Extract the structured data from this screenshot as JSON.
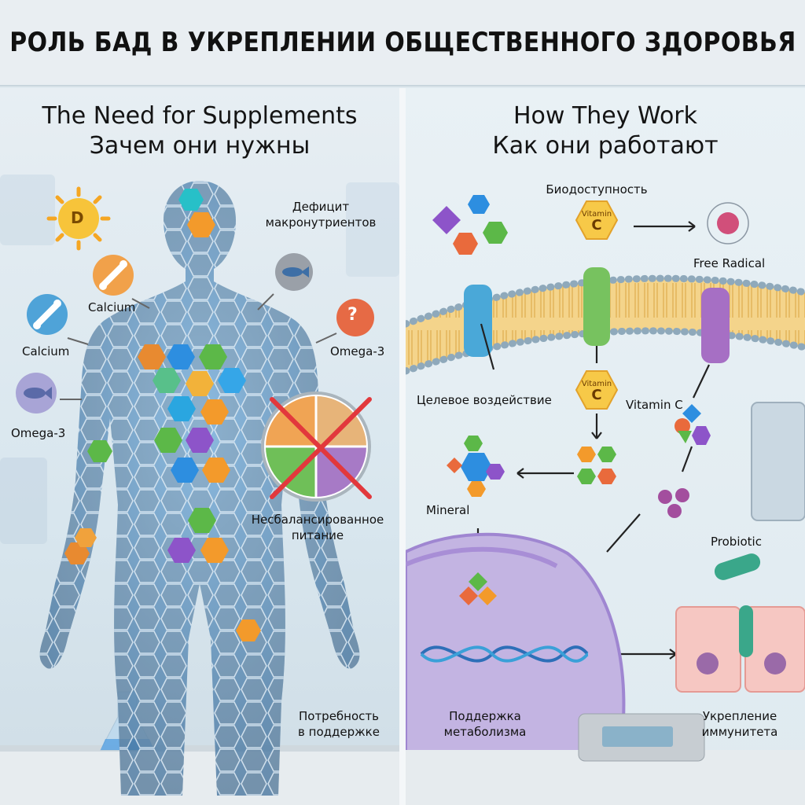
{
  "title": "РОЛЬ БАД В УКРЕПЛЕНИИ ОБЩЕСТВЕННОГО ЗДОРОВЬЯ",
  "left": {
    "heading_en": "The Need for Supplements",
    "heading_ru": "Зачем они нужны",
    "deficit_line1": "Дефицит",
    "deficit_line2": "макронутриентов",
    "calcium_a": "Calcium",
    "calcium_b": "Calcium",
    "omega_a": "Omega-3",
    "omega_b": "Omega-3",
    "vitamin_d": "D",
    "question": "?",
    "unbalanced_line1": "Несбалансированное",
    "unbalanced_line2": "питание",
    "support_line1": "Потребность",
    "support_line2": "в поддержке"
  },
  "right": {
    "heading_en": "How They Work",
    "heading_ru": "Как они работают",
    "bioavailability": "Биодоступность",
    "vitamin_badge_top": "Vitamin",
    "vitamin_badge_letter": "C",
    "vitamin_badge2_top": "Vitamin",
    "vitamin_badge2_letter": "C",
    "free_radical": "Free Radical",
    "targeted": "Целевое воздействие",
    "vitamin_c": "Vitamin C",
    "mineral": "Mineral",
    "probiotic": "Probiotic",
    "metabolism_line1": "Поддержка",
    "metabolism_line2": "метаболизма",
    "immunity_line1": "Укрепление",
    "immunity_line2": "иммунитета"
  },
  "colors": {
    "orange": "#f39a2b",
    "blue": "#2d8ee0",
    "green": "#5cb848",
    "purple": "#8d54c9",
    "red_cross": "#e2383c",
    "membrane": "#f2c66d",
    "cell": "#b7a6da"
  }
}
